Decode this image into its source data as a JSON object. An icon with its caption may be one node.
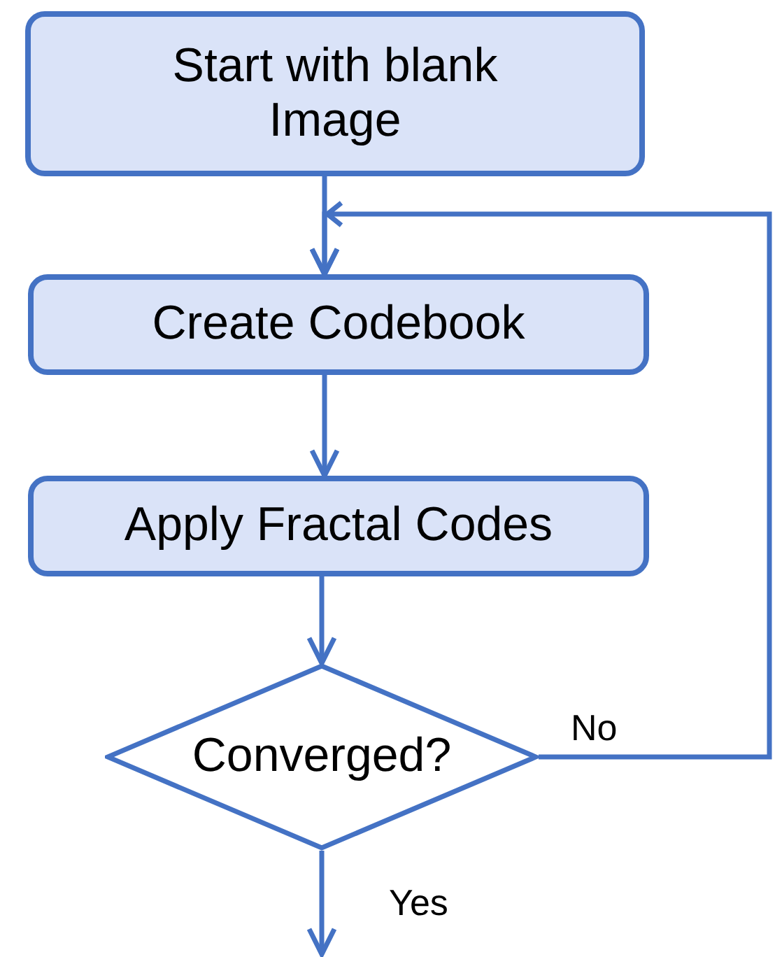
{
  "diagram": {
    "nodes": [
      {
        "text": [
          "Start with blank Image"
        ]
      },
      {
        "text": [
          "Create Codebook"
        ]
      },
      {
        "text": [
          "Apply Fractal Codes"
        ]
      },
      {
        "text": [
          "Converged?"
        ]
      }
    ],
    "edges": [
      {
        "from": 0,
        "to": 1,
        "arrow": "to"
      },
      {
        "from": 1,
        "to": 2,
        "arrow": "to"
      },
      {
        "from": 2,
        "to": 3,
        "arrow": "to"
      },
      {
        "from": 3,
        "to": 1,
        "arrow": "to",
        "label": "No"
      },
      {
        "from": 3,
        "to": null,
        "arrow": "to",
        "label": "Yes"
      }
    ]
  }
}
